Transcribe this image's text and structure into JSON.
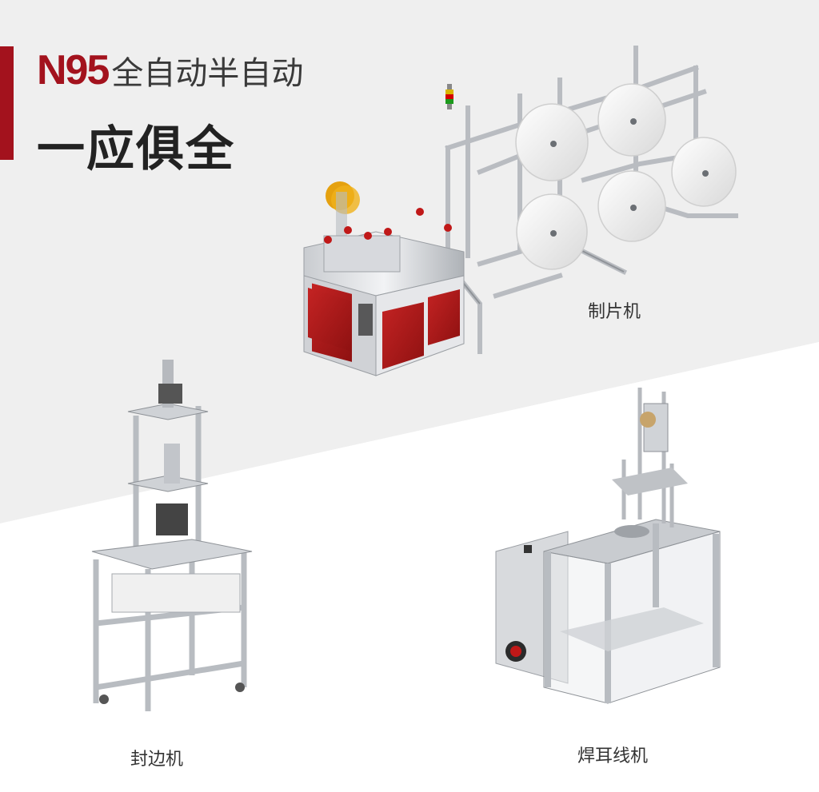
{
  "header": {
    "brand": "N95",
    "subtitle": "全自动半自动",
    "tagline": "一应俱全",
    "accent_color": "#a3121d"
  },
  "machines": [
    {
      "name": "制片机",
      "icon": "mask-sheet-machine-illustration"
    },
    {
      "name": "封边机",
      "icon": "edge-sealing-machine-illustration"
    },
    {
      "name": "焊耳线机",
      "icon": "ear-loop-welding-machine-illustration"
    }
  ]
}
